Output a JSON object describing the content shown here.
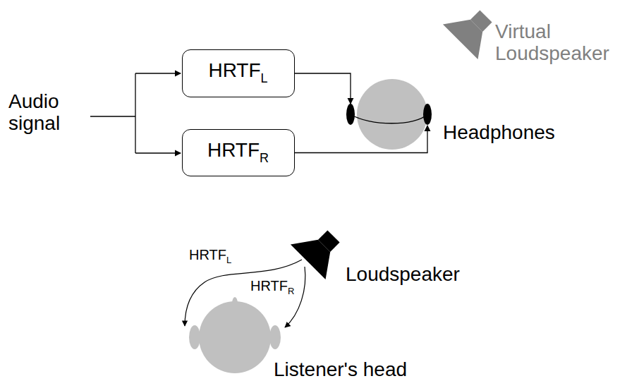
{
  "diagram": {
    "nodes": [
      {
        "text": [
          "HRTF",
          "L"
        ]
      },
      {
        "text": [
          "HRTF",
          "R"
        ]
      },
      {
        "text": [
          "Headphones"
        ]
      }
    ],
    "edges": [
      {
        "from": 0,
        "to": 2,
        "arrow": "to"
      },
      {
        "from": 1,
        "to": 2,
        "arrow": "to"
      }
    ],
    "labels": [
      "Virtual Loudspeaker",
      "Audio signal",
      "HRTF",
      "L",
      "HRTF",
      "R",
      "Loudspeaker",
      "Listener's head"
    ]
  }
}
